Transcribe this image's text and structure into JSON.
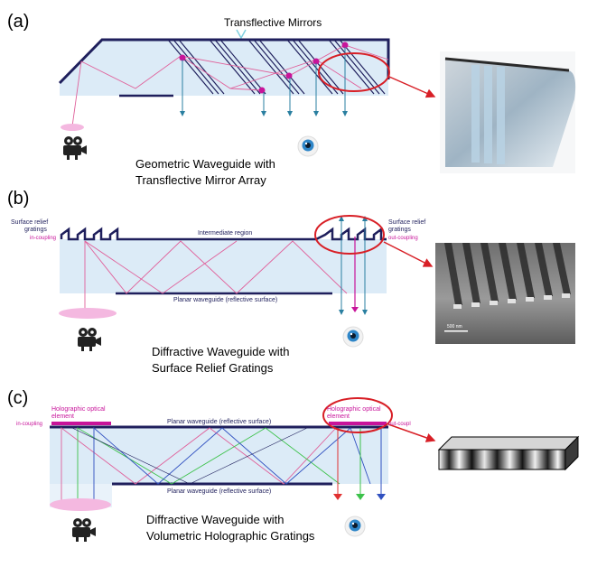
{
  "panel_a": {
    "letter": "(a)",
    "mirrors_label": "Transflective Mirrors",
    "caption_line1": "Geometric Waveguide with",
    "caption_line2": "Transflective Mirror Array"
  },
  "panel_b": {
    "letter": "(b)",
    "srg_left_line1": "Surface relief",
    "srg_left_line2": "gratings",
    "in_coupling": "in-coupling",
    "intermediate": "Intermediate region",
    "srg_right_line1": "Surface relief",
    "srg_right_line2": "gratings",
    "out_coupling": "out-coupling",
    "planar": "Planar waveguide (reflective surface)",
    "scale_bar": "500 nm",
    "caption_line1": "Diffractive Waveguide with",
    "caption_line2": "Surface Relief Gratings"
  },
  "panel_c": {
    "letter": "(c)",
    "hoe_left_line1": "Holographic optical",
    "hoe_left_line2": "element",
    "in_coupling": "in-coupling",
    "planar_top": "Planar waveguide (reflective surface)",
    "hoe_right_line1": "Holographic optical",
    "hoe_right_line2": "element",
    "out_coupling": "out-coupl",
    "planar_bottom": "Planar waveguide (reflective surface)",
    "caption_line1": "Diffractive Waveguide with",
    "caption_line2": "Volumetric Holographic Gratings"
  },
  "colors": {
    "waveguide_fill": "#dcebf7",
    "outline": "#1f1f5c",
    "ray_pink": "#e0609a",
    "ray_green": "#3cc24a",
    "ray_blue": "#3050c0",
    "ray_red": "#e03030",
    "arrow_teal": "#2a7fa0",
    "highlight_red": "#d81f26",
    "magenta": "#c8149a",
    "spot_pink": "#f4b8e0"
  }
}
